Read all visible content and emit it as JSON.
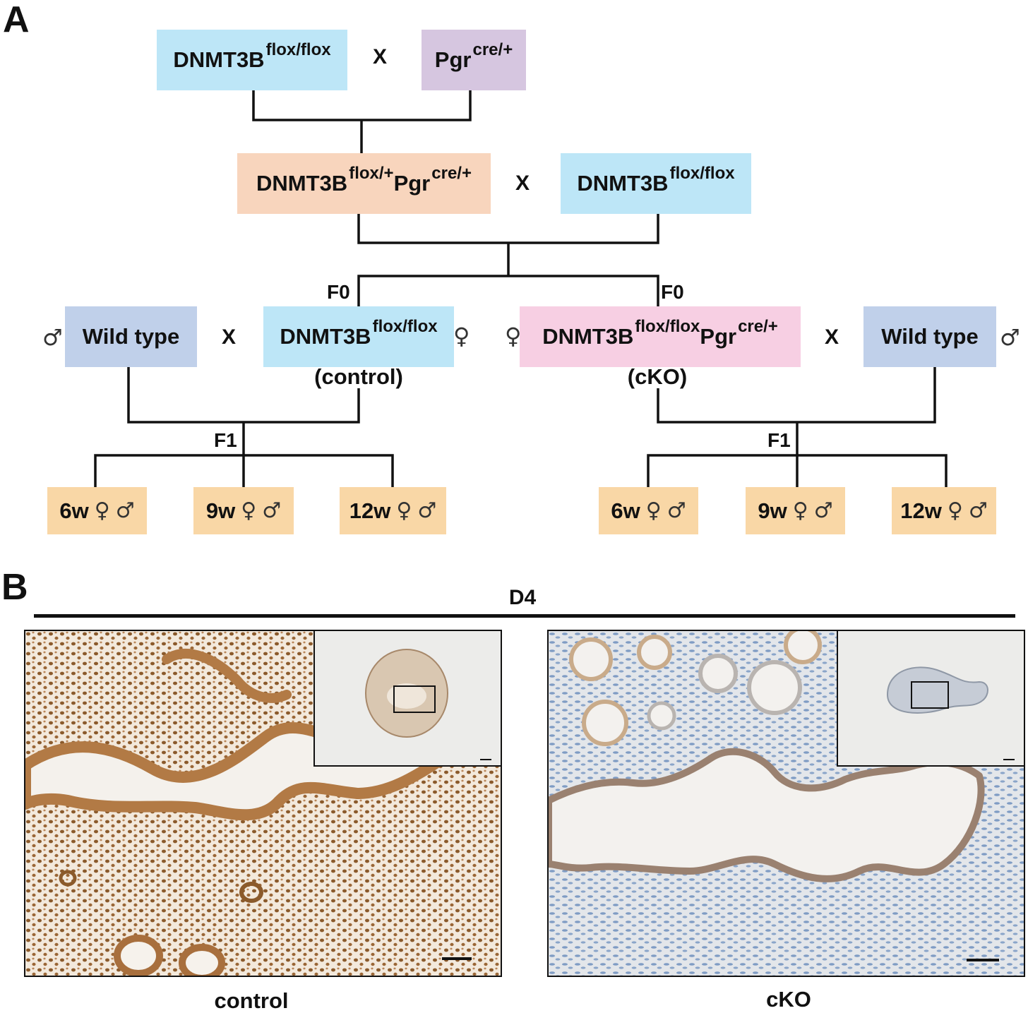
{
  "panel_a": {
    "letter": "A",
    "cross_symbol": "X",
    "row1": {
      "left": {
        "base": "DNMT3B",
        "sup": "flox/flox"
      },
      "right": {
        "base": "Pgr",
        "sup": "cre/+"
      }
    },
    "row2": {
      "left": {
        "base1": "DNMT3B",
        "sup1": "flox/+",
        "base2": "Pgr",
        "sup2": "cre/+"
      },
      "right": {
        "base": "DNMT3B",
        "sup": "flox/flox"
      }
    },
    "generation_f0": "F0",
    "generation_f1": "F1",
    "row3": {
      "wt_left": "Wild type",
      "control": {
        "base": "DNMT3B",
        "sup": "flox/flox",
        "label": "(control)"
      },
      "cko": {
        "base1": "DNMT3B",
        "sup1": "flox/flox",
        "base2": "Pgr",
        "sup2": "cre/+",
        "label": "(cKO)"
      },
      "wt_right": "Wild type"
    },
    "symbols": {
      "male": "♂",
      "female": "♀"
    },
    "ages": [
      "6w",
      "9w",
      "12w"
    ]
  },
  "panel_b": {
    "letter": "B",
    "timepoint": "D4",
    "captions": [
      "control",
      "cKO"
    ]
  },
  "colors": {
    "blue": "#bde6f7",
    "purple": "#d6c6e0",
    "peach": "#f8d5bd",
    "pink": "#f7cfe3",
    "slate": "#c0d0ea",
    "orange": "#f9d7a6",
    "dab_brown": "#8b5a2b",
    "hematoxylin_blue": "#7f9cc4"
  }
}
